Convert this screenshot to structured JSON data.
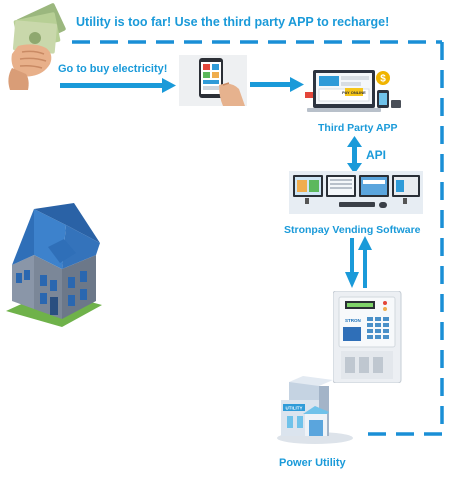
{
  "banner": "Utility is too far!  Use the third party APP to recharge!",
  "step1": "Go to buy electricity!",
  "third_party": "Third Party APP",
  "api": "API",
  "vending": "Stronpay Vending Software",
  "utility": "Power Utility",
  "meter_brand": "STRON",
  "building_sign": "UTILITY",
  "app_badge": "PAY ONLINE",
  "colors": {
    "accent": "#1a9ad9",
    "dash": "#1a8fd6",
    "house_roof": "#2f6fb8",
    "house_wall": "#8a96a8",
    "grass": "#6fb24a"
  }
}
